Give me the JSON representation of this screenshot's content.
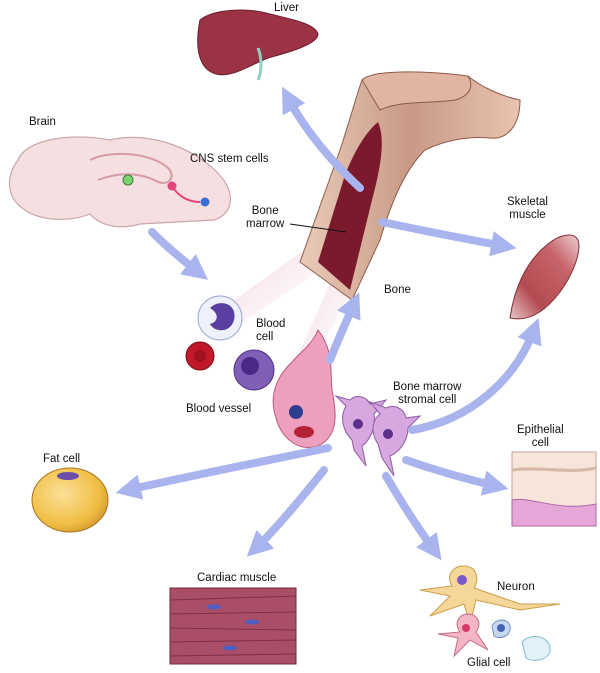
{
  "labels": {
    "liver": "Liver",
    "brain": "Brain",
    "cns_stem_cells": "CNS stem cells",
    "bone_marrow": "Bone\nmarrow",
    "bone": "Bone",
    "skeletal_muscle": "Skeletal\nmuscle",
    "blood_cell": "Blood\ncell",
    "blood_vessel": "Blood vessel",
    "stromal_cell": "Bone marrow\nstromal cell",
    "fat_cell": "Fat cell",
    "epithelial_cell": "Epithelial\ncell",
    "cardiac_muscle": "Cardiac muscle",
    "neuron": "Neuron",
    "glial_cell": "Glial cell"
  },
  "colors": {
    "arrow": "#a9b4ee",
    "bone": "#c79a86",
    "marrow": "#7a1a2c",
    "liver": "#9b3345",
    "brain": "#f6dfe1",
    "muscle": "#b8545a",
    "fat": "#f2c24c",
    "stromal": "#d7a7e0",
    "neuron": "#f6d79a"
  }
}
